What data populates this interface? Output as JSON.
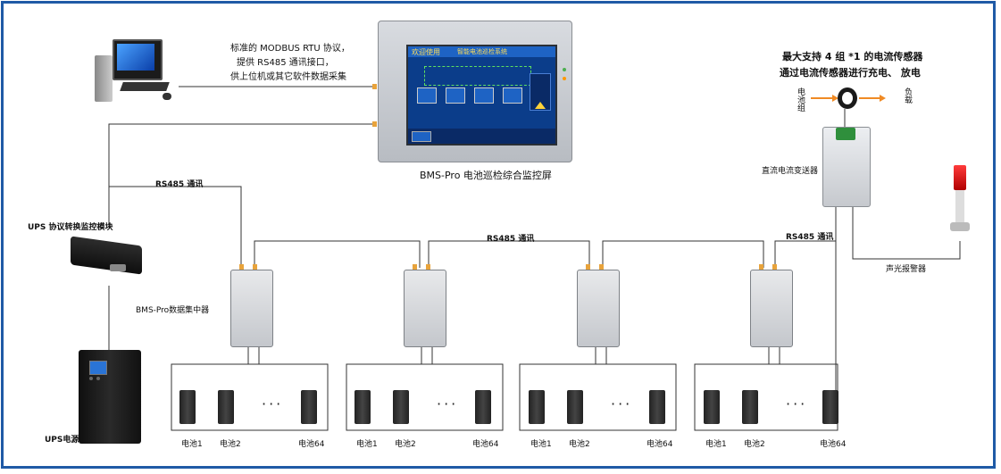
{
  "header_note": [
    "标准的 MODBUS RTU 协议，",
    "提供 RS485 通讯接口，",
    "供上位机或其它软件数据采集"
  ],
  "hmi": {
    "caption": "BMS-Pro 电池巡检综合监控屏",
    "title": "欢迎使用",
    "subtitle": "智能电池巡检系统"
  },
  "sensor_note": [
    "最大支持 4 组 *1 的电流传感器",
    "通过电流传感器进行充电、 放电"
  ],
  "sensor_left_label": "电池组",
  "sensor_right_label": "负载",
  "transmitter_label": "直流电流变送器",
  "alarm_label": "声光报警器",
  "rs485_labels": [
    "RS485 通讯",
    "RS485 通讯",
    "RS485 通讯"
  ],
  "ups_module_label": "UPS 协议转换监控模块",
  "ups_label": "UPS电源",
  "concentrator_label": "BMS-Pro数据集中器",
  "battery_labels": [
    "电池1",
    "电池2",
    "电池64"
  ],
  "ellipsis": "···",
  "groups": [
    {
      "id": "group-1"
    },
    {
      "id": "group-2"
    },
    {
      "id": "group-3"
    },
    {
      "id": "group-4"
    }
  ],
  "colors": {
    "frame": "#1f5aa6",
    "port": "#e8a33b",
    "wire": "#333333",
    "arrow": "#f08a24"
  }
}
